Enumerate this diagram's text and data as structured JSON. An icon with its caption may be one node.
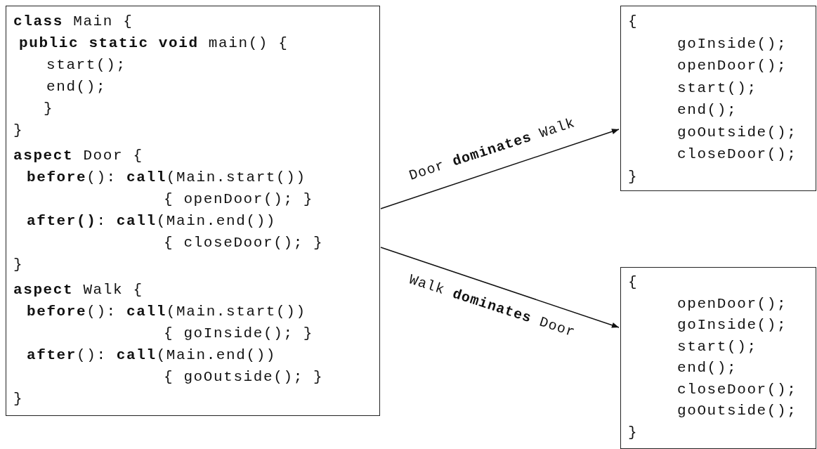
{
  "diagram": {
    "nodes": [
      {
        "text": [
          "**class** Main {",
          "**public static void** main() {",
          "start();",
          "end();",
          "}",
          "}",
          "**aspect** Door {",
          "**before**(): **call**(Main.start())",
          "{ openDoor(); }",
          "**after()**: **call**(Main.end())",
          "{ closeDoor(); }",
          "}",
          "**aspect** Walk {",
          "**before**(): **call**(Main.start())",
          "{ goInside(); }",
          "**after**(): **call**(Main.end())",
          "{ goOutside(); }",
          "}"
        ]
      },
      {
        "text": [
          "{",
          "goInside();",
          "openDoor();",
          "start();",
          "end();",
          "goOutside();",
          "closeDoor();",
          "}"
        ]
      },
      {
        "text": [
          "{",
          "openDoor();",
          "goInside();",
          "start();",
          "end();",
          "closeDoor();",
          "goOutside();",
          "}"
        ]
      }
    ],
    "edges": [
      {
        "from": 0,
        "to": 1,
        "arrow": "to",
        "label": "Door **dominates** Walk"
      },
      {
        "from": 0,
        "to": 2,
        "arrow": "to",
        "label": "Walk **dominates** Door"
      }
    ]
  }
}
